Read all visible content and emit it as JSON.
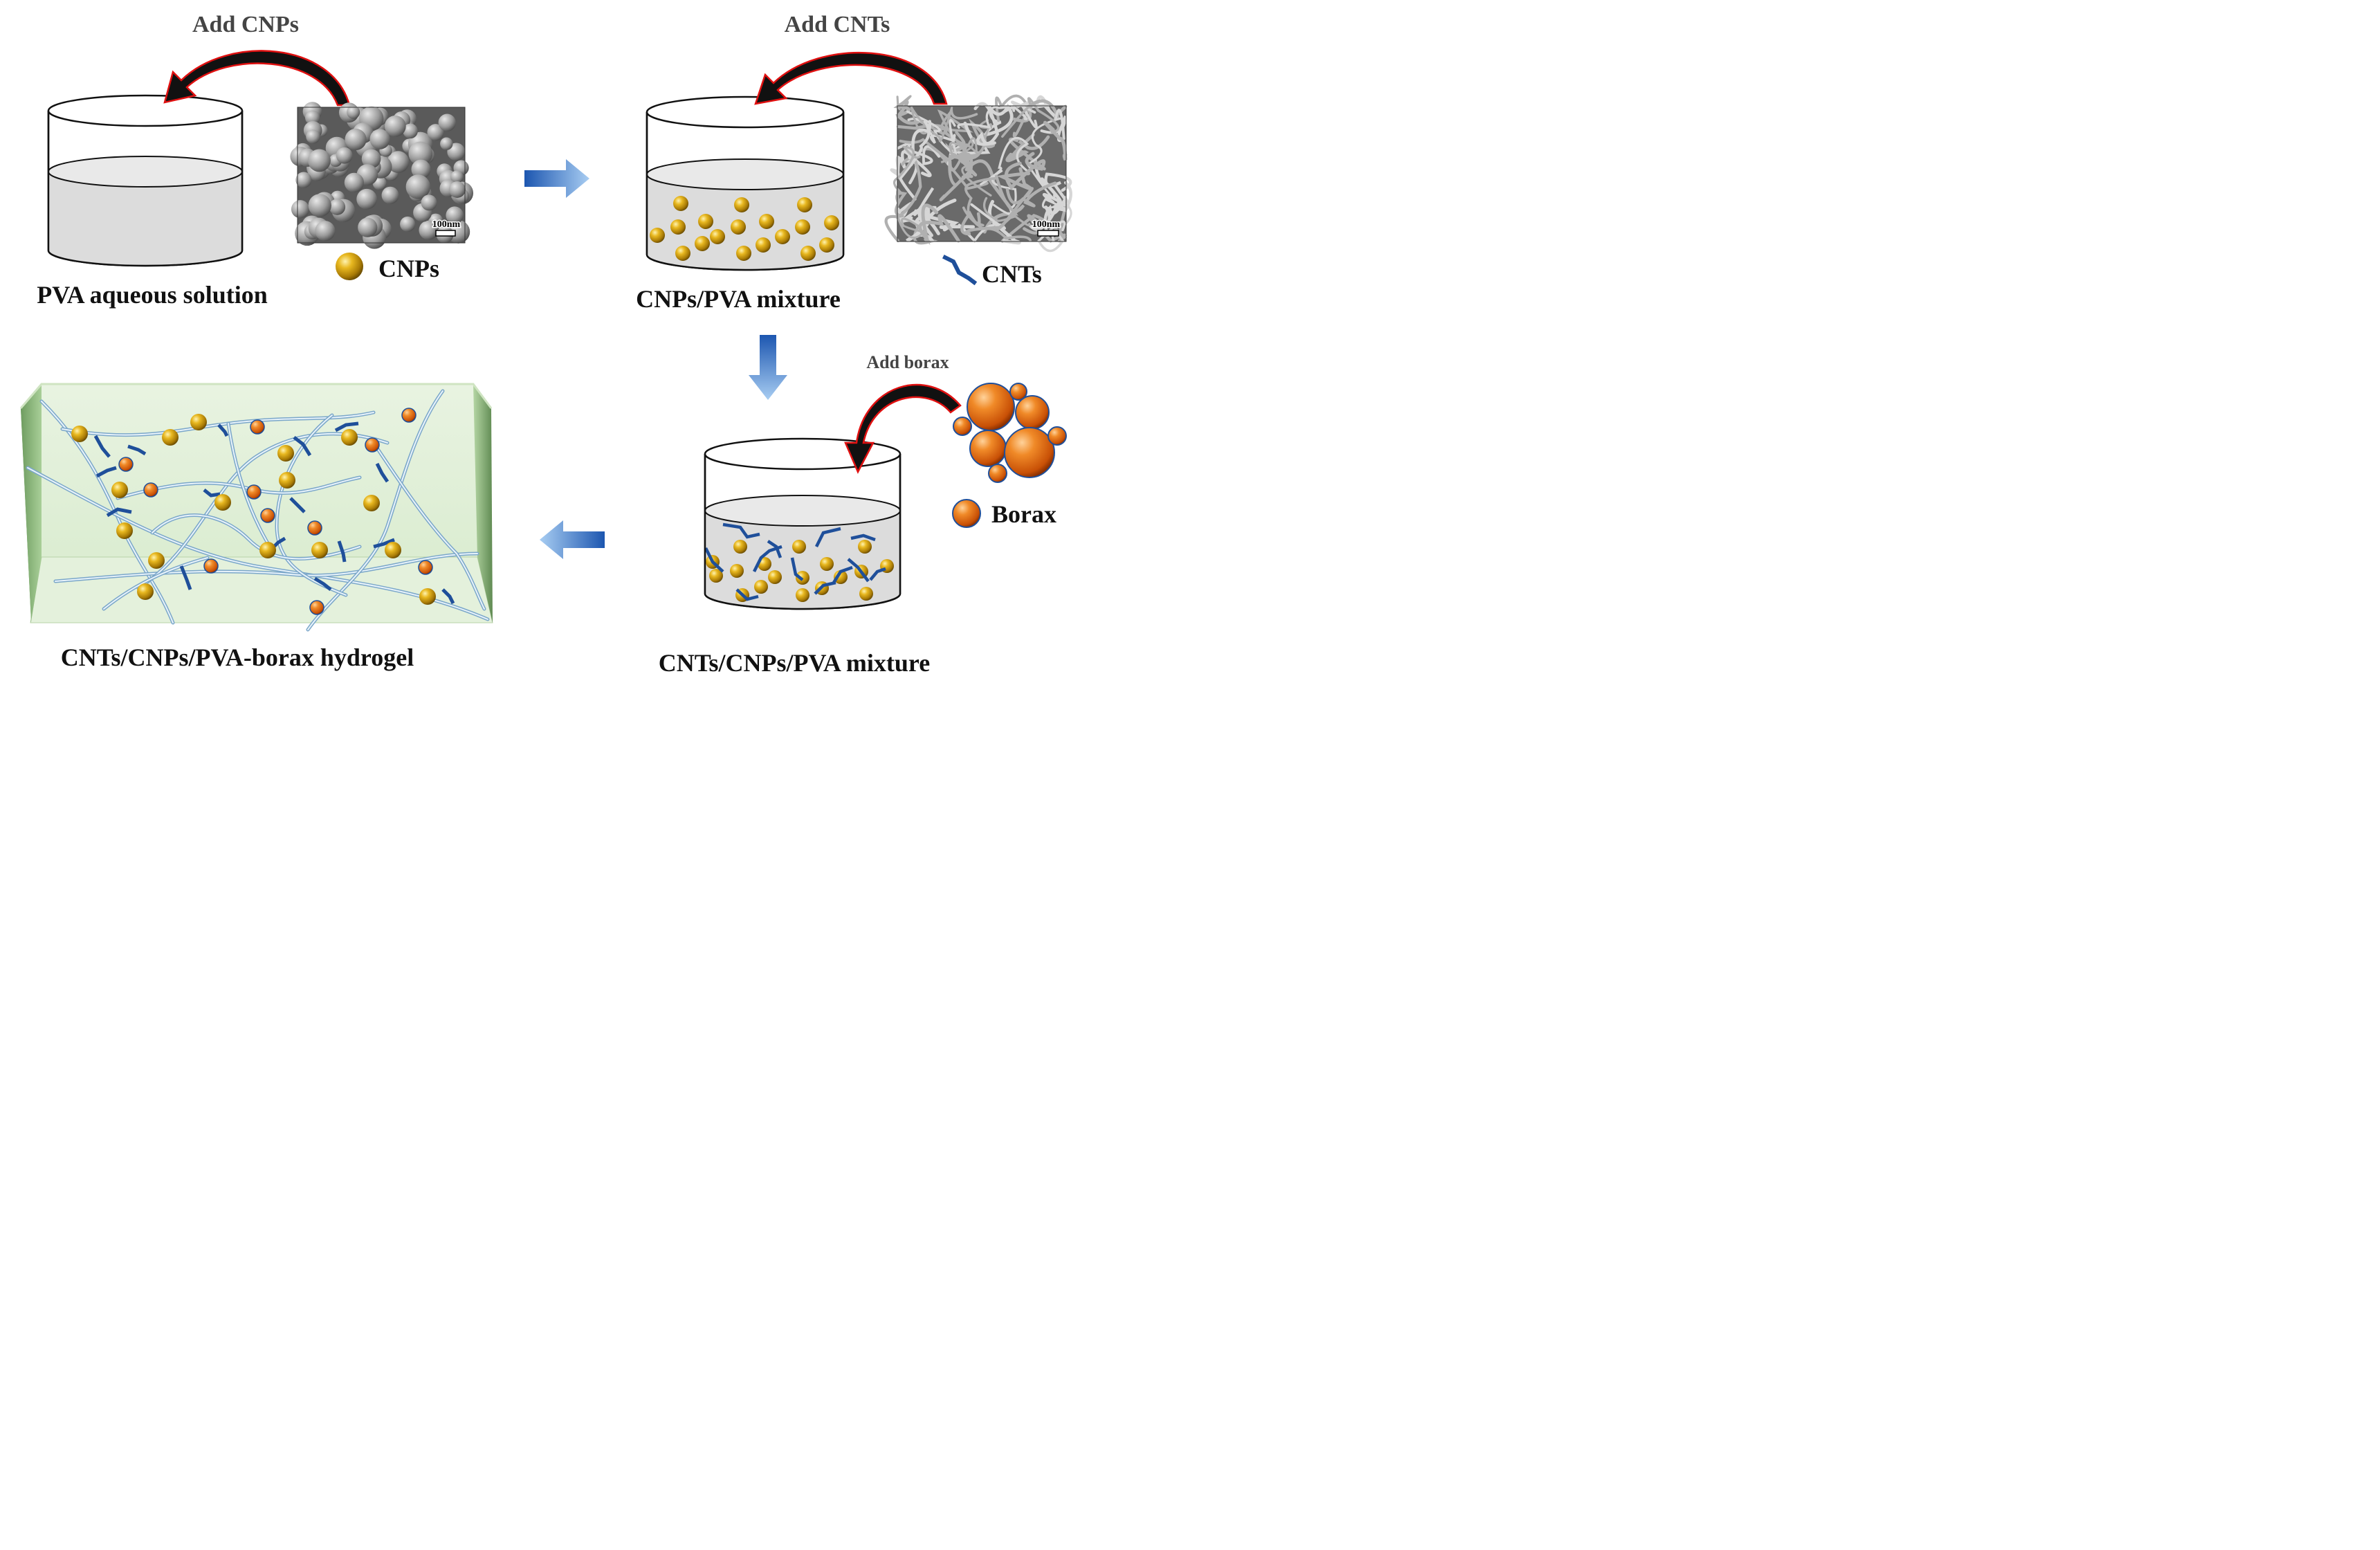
{
  "steps": {
    "add_cnps": "Add CNPs",
    "add_cnts": "Add CNTs",
    "add_borax": "Add borax"
  },
  "labels": {
    "pva_solution": "PVA aqueous solution",
    "cnps_pva_mixture": "CNPs/PVA mixture",
    "cnts_cnps_pva_mixture": "CNTs/CNPs/PVA mixture",
    "hydrogel": "CNTs/CNPs/PVA-borax hydrogel"
  },
  "legend": {
    "cnps": "CNPs",
    "cnts": "CNTs",
    "borax": "Borax"
  },
  "micrographs": {
    "cnps_scale": "100nm",
    "cnts_scale": "100nm"
  },
  "colors": {
    "cnp_gold": "#c8960c",
    "borax_orange": "#e06a10",
    "cnt_blue": "#1f4f9a",
    "arrow_red": "#e01010",
    "flow_arrow_blue": "#2a6cc0",
    "hydrogel_green": "#9cc48c",
    "liquid_gray": "#dcdcdc"
  }
}
